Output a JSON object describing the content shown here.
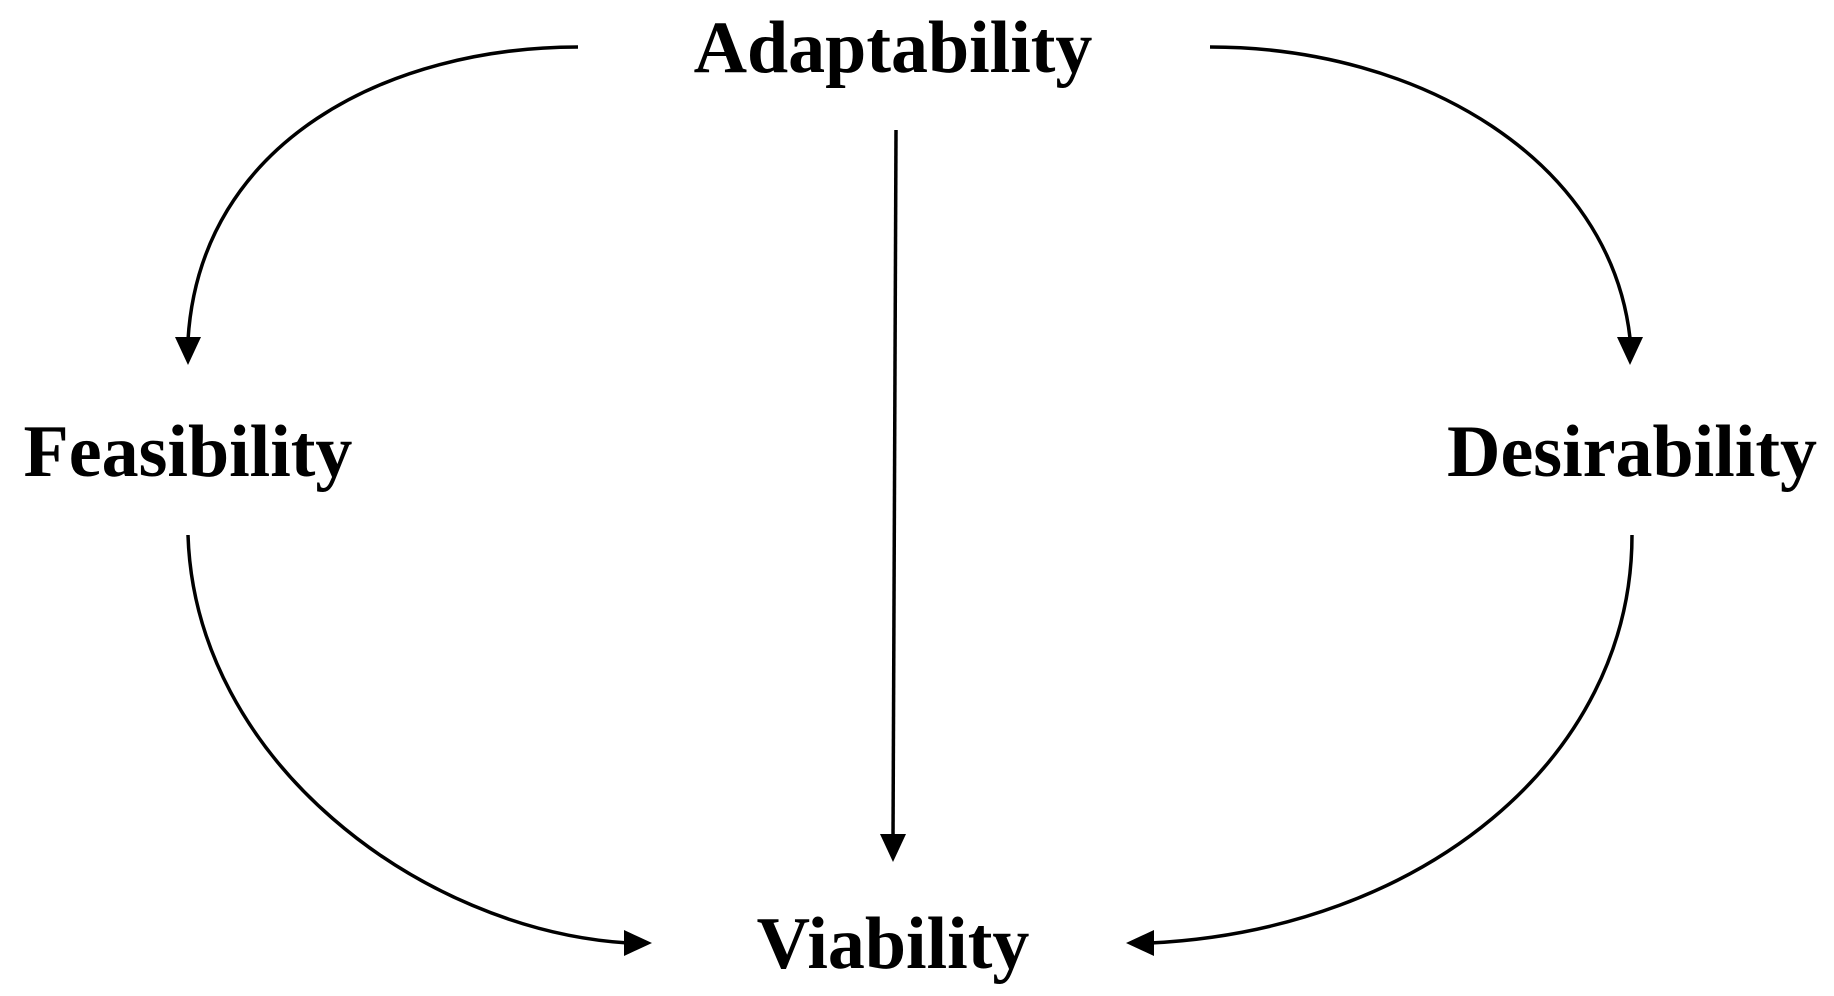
{
  "nodes": {
    "adaptability": "Adaptability",
    "feasibility": "Feasibility",
    "desirability": "Desirability",
    "viability": "Viability"
  },
  "edges": [
    {
      "from": "Adaptability",
      "to": "Feasibility"
    },
    {
      "from": "Adaptability",
      "to": "Desirability"
    },
    {
      "from": "Adaptability",
      "to": "Viability"
    },
    {
      "from": "Feasibility",
      "to": "Viability"
    },
    {
      "from": "Desirability",
      "to": "Viability"
    }
  ]
}
